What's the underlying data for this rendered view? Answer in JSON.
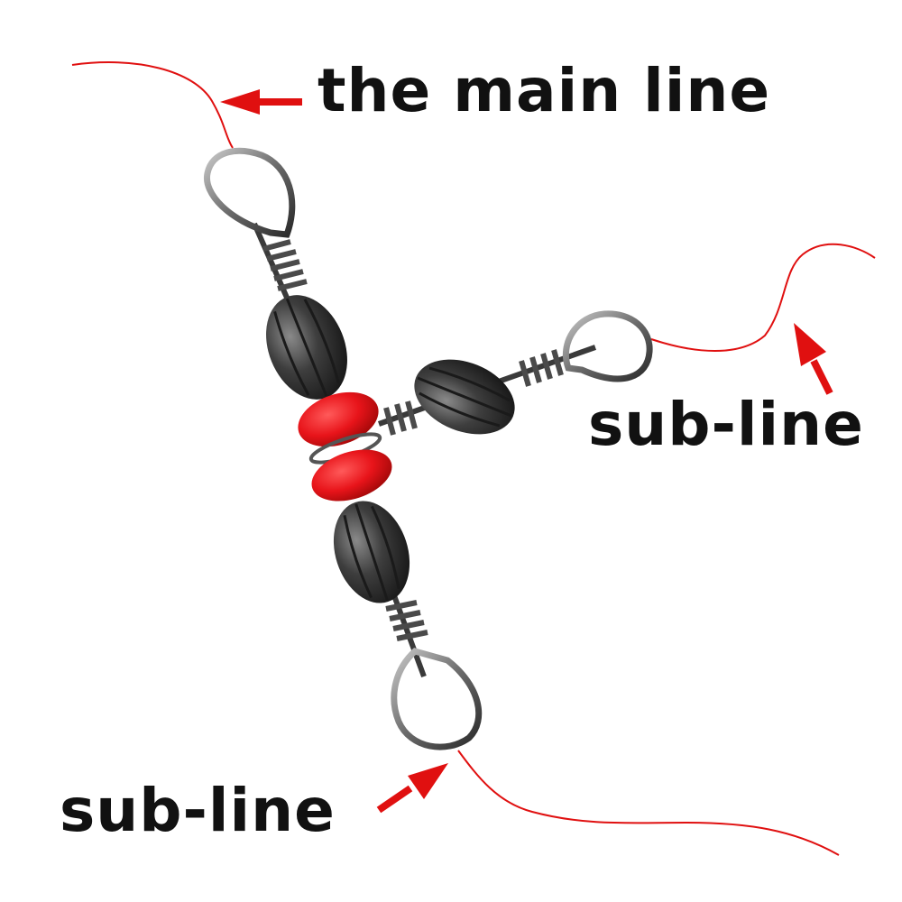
{
  "labels": {
    "main_line": "the main line",
    "sub_line_right": "sub-line",
    "sub_line_left": "sub-line"
  },
  "colors": {
    "line": "#e01010",
    "arrow": "#e01010",
    "bead": "#e8141a",
    "metal_dark": "#2a2a2a",
    "metal_light": "#9a9a9a",
    "text": "#111111",
    "background": "#ffffff"
  },
  "icons": [
    "three-way-swivel-icon"
  ]
}
